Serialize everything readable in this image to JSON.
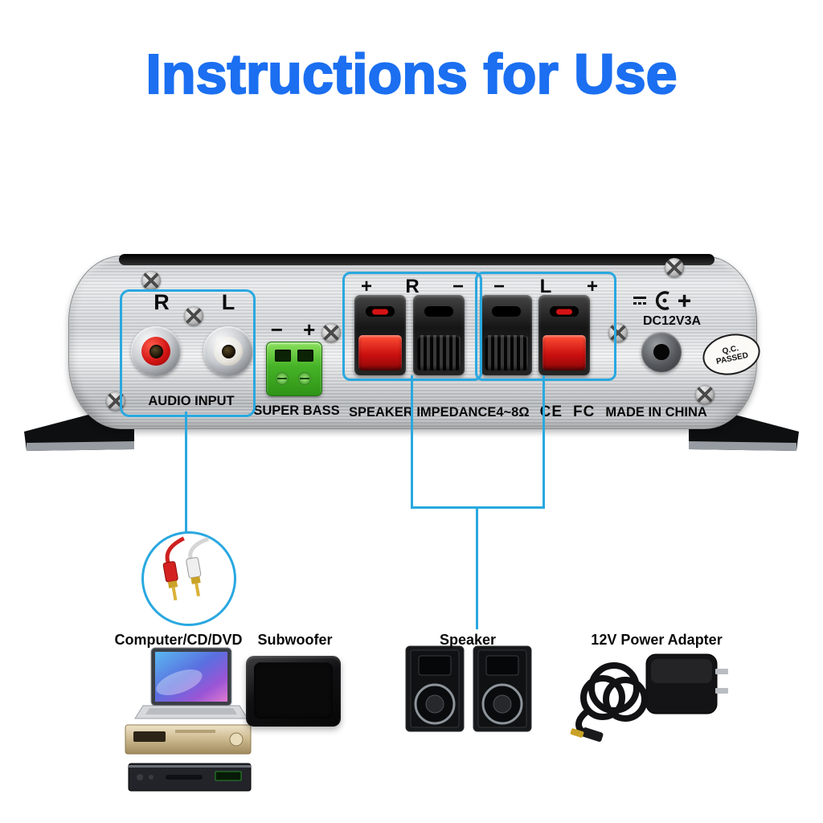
{
  "title": "Instructions for Use",
  "panel": {
    "audio": {
      "r": "R",
      "l": "L",
      "caption": "AUDIO INPUT"
    },
    "bass": {
      "polarity": "− +",
      "caption": "SUPER BASS"
    },
    "speaker_left": {
      "a": "+",
      "b": "R",
      "c": "−"
    },
    "speaker_right": {
      "a": "−",
      "b": "L",
      "c": "+"
    },
    "impedance": "SPEAKER IMPEDANCE4~8Ω",
    "ce_mark": "CE",
    "fcc_mark": "FC",
    "origin": "MADE IN CHINA",
    "power": {
      "label": "DC12V3A",
      "qc_line1": "Q.C.",
      "qc_line2": "PASSED"
    }
  },
  "callouts": {
    "source_label": "Computer/CD/DVD",
    "subwoofer_label": "Subwoofer",
    "speaker_label": "Speaker",
    "adapter_label": "12V Power Adapter"
  },
  "colors": {
    "title_blue": "#1b6ff0",
    "callout_blue": "#29a8e0",
    "terminal_red": "#d31212",
    "bass_green": "#46b327",
    "panel_silver": "#d5d8da"
  }
}
